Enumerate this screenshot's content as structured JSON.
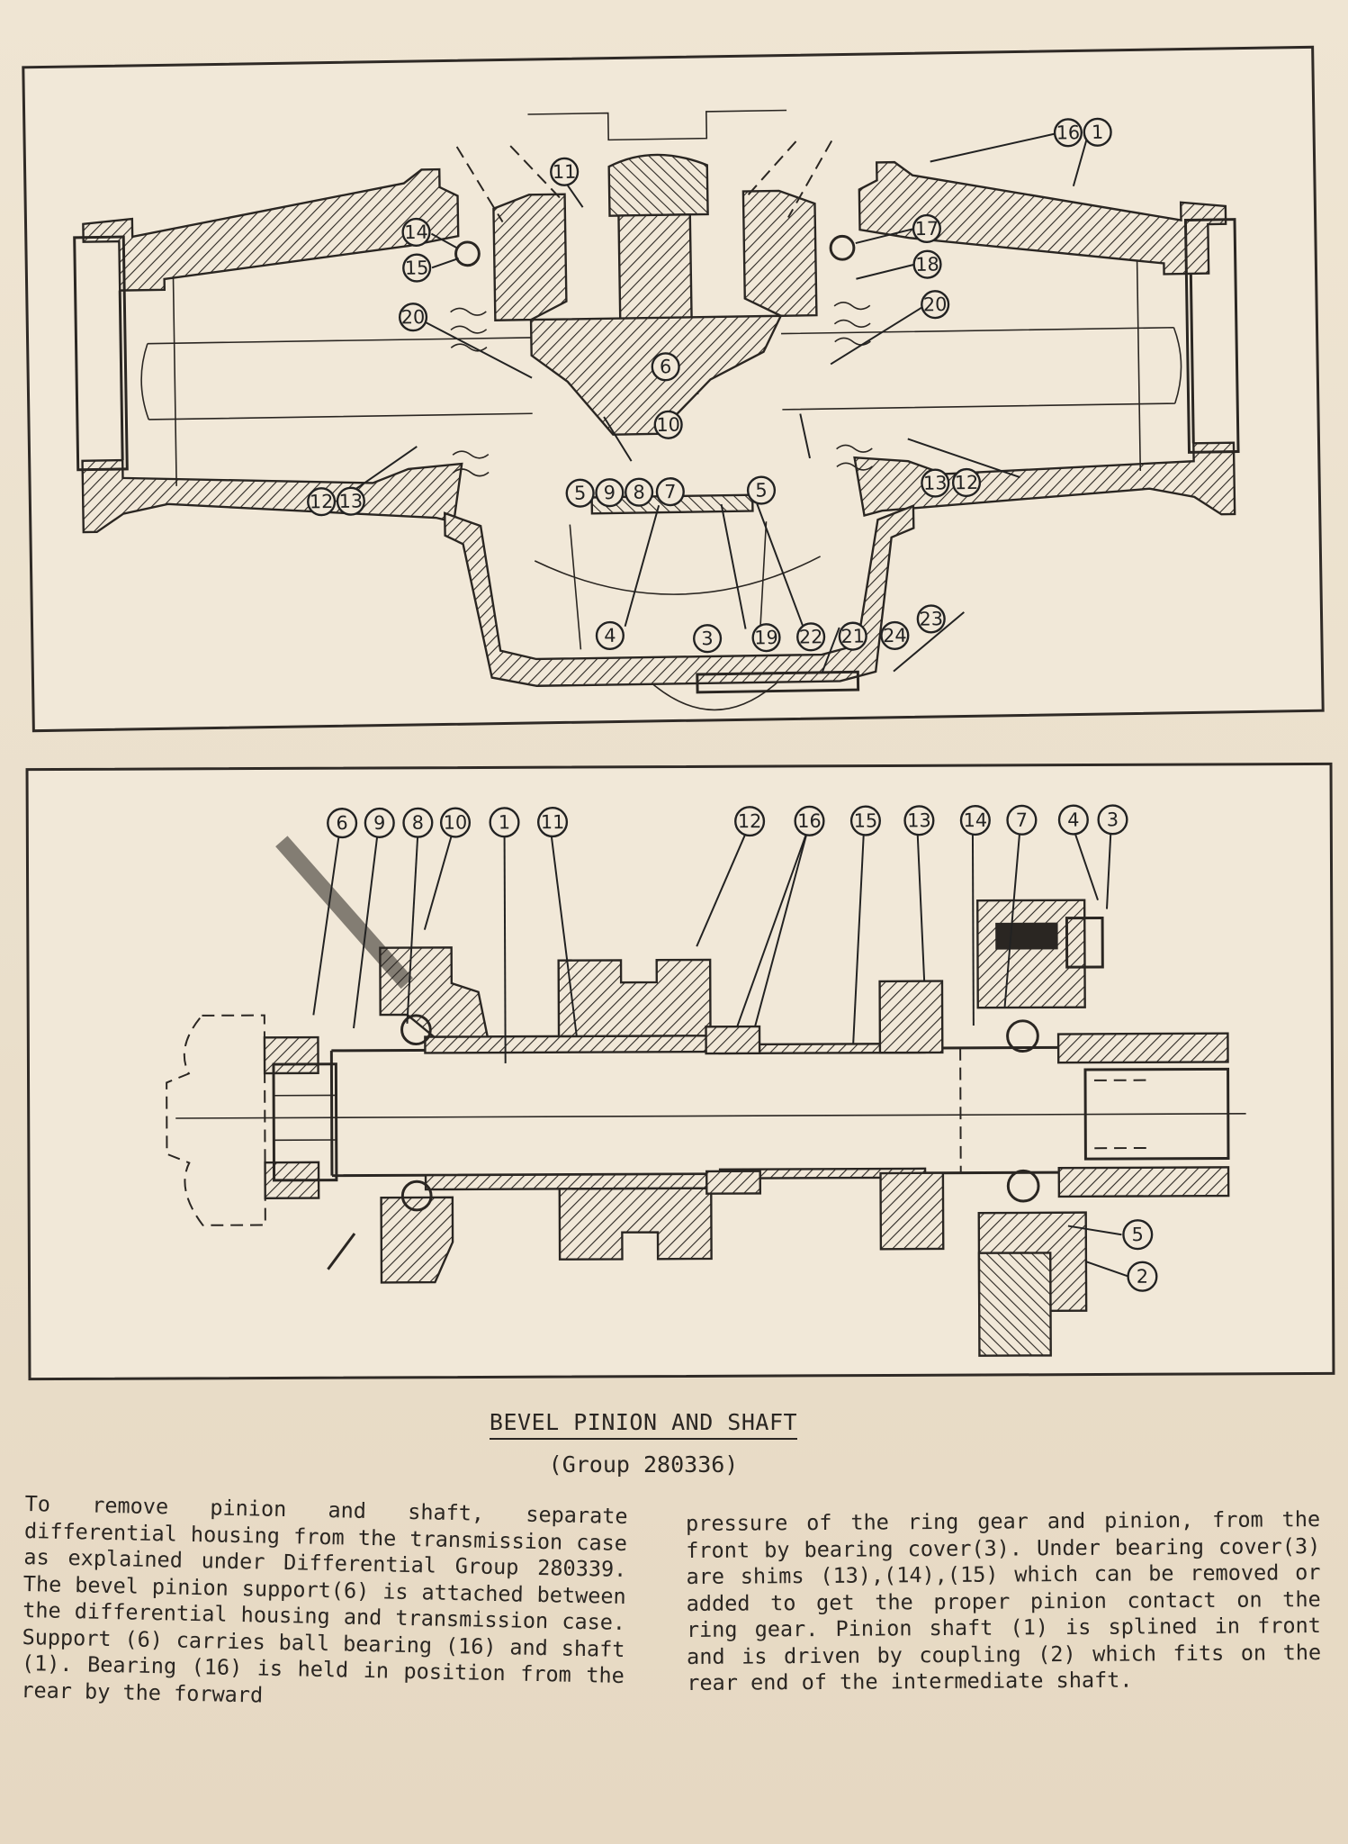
{
  "figure_top": {
    "callouts": [
      "16",
      "1",
      "11",
      "14",
      "15",
      "17",
      "18",
      "20",
      "20",
      "6",
      "10",
      "5",
      "9",
      "8",
      "7",
      "5",
      "12",
      "13",
      "13",
      "12",
      "4",
      "3",
      "19",
      "22",
      "21",
      "24",
      "23"
    ]
  },
  "figure_bottom": {
    "callouts": [
      "6",
      "9",
      "8",
      "10",
      "1",
      "11",
      "12",
      "16",
      "15",
      "13",
      "14",
      "7",
      "4",
      "3",
      "5",
      "2"
    ]
  },
  "caption": {
    "title": "BEVEL PINION AND SHAFT",
    "subtitle": "(Group 280336)"
  },
  "body": {
    "left": "        To remove pinion and shaft, separate differential housing from the transmission case as explained under Differential Group 280339.  The bevel pinion support(6) is attached between the differential housing and transmission case. Support (6) carries ball bearing (16) and shaft (1). Bearing (16) is held in position from the rear by the forward",
    "right": "pressure of the ring gear and pinion, from the front by bearing cover(3).  Under bearing cover(3) are shims (13),(14),(15) which can be removed or added to get the proper pinion contact on the ring gear. Pinion shaft (1) is splined in front and is driven by coupling (2) which fits on the rear end of the intermediate shaft."
  }
}
